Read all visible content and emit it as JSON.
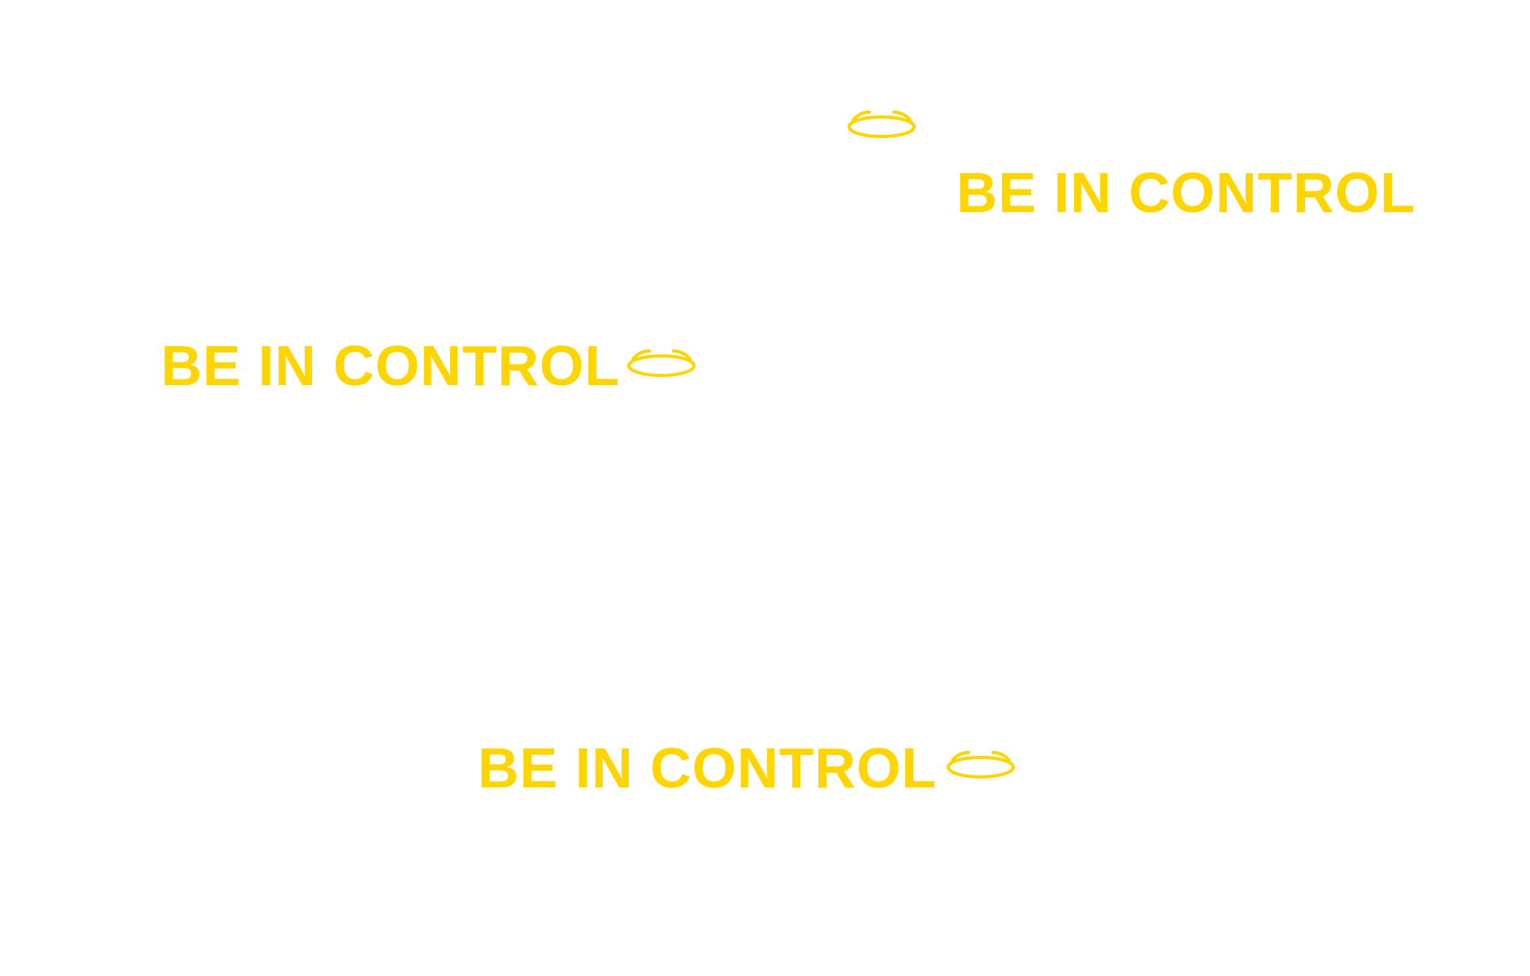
{
  "brand": {
    "color": "#FFD500",
    "background": "#FFFFFF"
  },
  "lockups": [
    {
      "text": "BE IN CONTROL",
      "icon": "ring-swirl-icon"
    },
    {
      "text": "BE IN CONTROL",
      "icon": "ring-swirl-icon"
    },
    {
      "text": "BE IN CONTROL",
      "icon": "ring-swirl-icon"
    }
  ]
}
